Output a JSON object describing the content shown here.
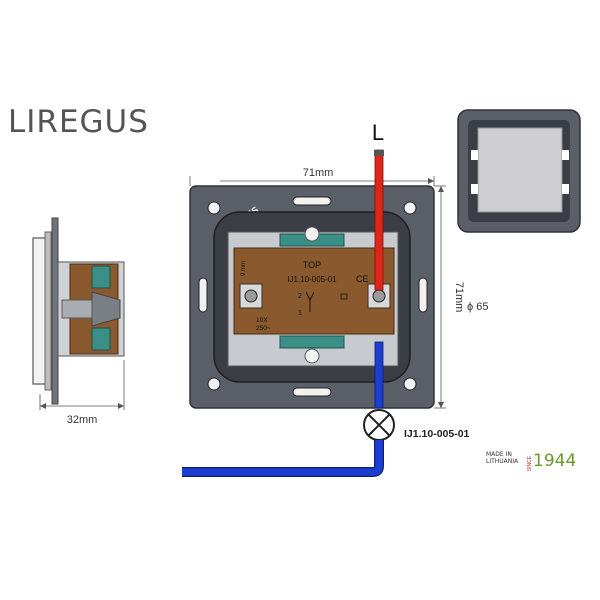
{
  "brand": {
    "name": "LIREGUS"
  },
  "dimensions": {
    "width": "71mm",
    "height": "71mm",
    "depth": "32mm",
    "diameter": "ϕ 65",
    "terminal_depth": "9 mm"
  },
  "wiring": {
    "line_label": "L",
    "line_color": "#e0261b",
    "neutral_color": "#1d3fd1",
    "lamp_label": "IJ1.10-005-01"
  },
  "mechanism": {
    "top_label": "TOP",
    "model": "IJ1.10-005-01",
    "rating_current": "10X",
    "rating_voltage": "250~",
    "ce_mark": "CE",
    "frame_logo": "LIREGUS",
    "terminal_top": "2",
    "terminal_bottom": "1"
  },
  "footer": {
    "made_line1": "MADE IN",
    "made_line2": "LITHUANIA",
    "since": "SINCE",
    "year": "1944"
  },
  "colors": {
    "frame": "#5a5f68",
    "brown_body": "#8a5a2e",
    "teal_clip": "#3c8f86",
    "switch_face": "#cfcfd1"
  }
}
